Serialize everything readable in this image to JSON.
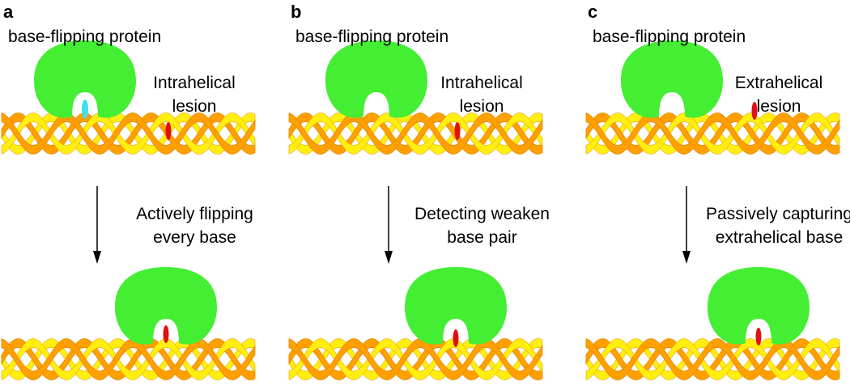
{
  "colors": {
    "protein": "#44ee33",
    "dna_front": "#ffa000",
    "dna_back": "#ffee10",
    "lesion": "#e01010",
    "normal_base": "#40e0f0",
    "arrow": "#000000"
  },
  "panels": [
    {
      "label": "a",
      "title": "base-flipping protein",
      "lesion_line1": "Intrahelical",
      "lesion_line2": "lesion",
      "step_line1": "Actively flipping",
      "step_line2": "every base"
    },
    {
      "label": "b",
      "title": "base-flipping protein",
      "lesion_line1": "Intrahelical",
      "lesion_line2": "lesion",
      "step_line1": "Detecting weaken",
      "step_line2": "base pair"
    },
    {
      "label": "c",
      "title": "base-flipping protein",
      "lesion_line1": "Extrahelical",
      "lesion_line2": "lesion",
      "step_line1": "Passively capturing",
      "step_line2": "extrahelical base"
    }
  ]
}
